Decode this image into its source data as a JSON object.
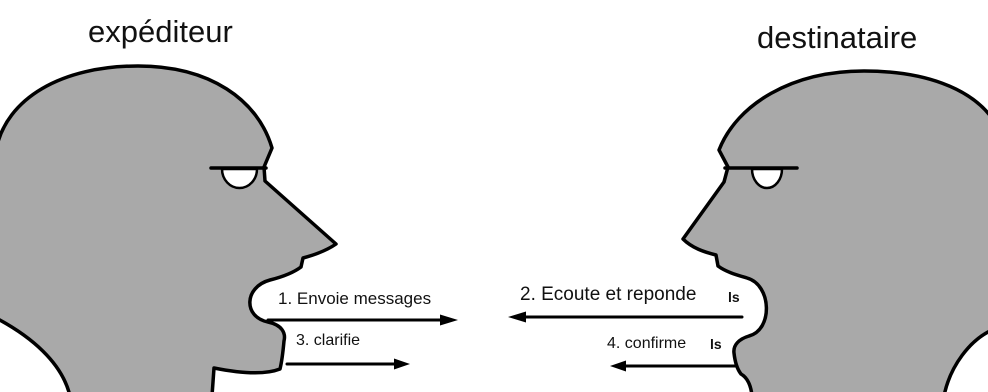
{
  "participants": {
    "sender": "expéditeur",
    "receiver": "destinataire"
  },
  "steps": [
    {
      "label": "1. Envoie messages"
    },
    {
      "label": "2. Ecoute et reponde",
      "mark": "ls"
    },
    {
      "label": "3. clarifie"
    },
    {
      "label": "4. confirme",
      "mark": "ls"
    }
  ],
  "colors": {
    "head": "#a9a9a9",
    "outline": "#000000",
    "eye": "#ffffff",
    "text": "#111111"
  }
}
